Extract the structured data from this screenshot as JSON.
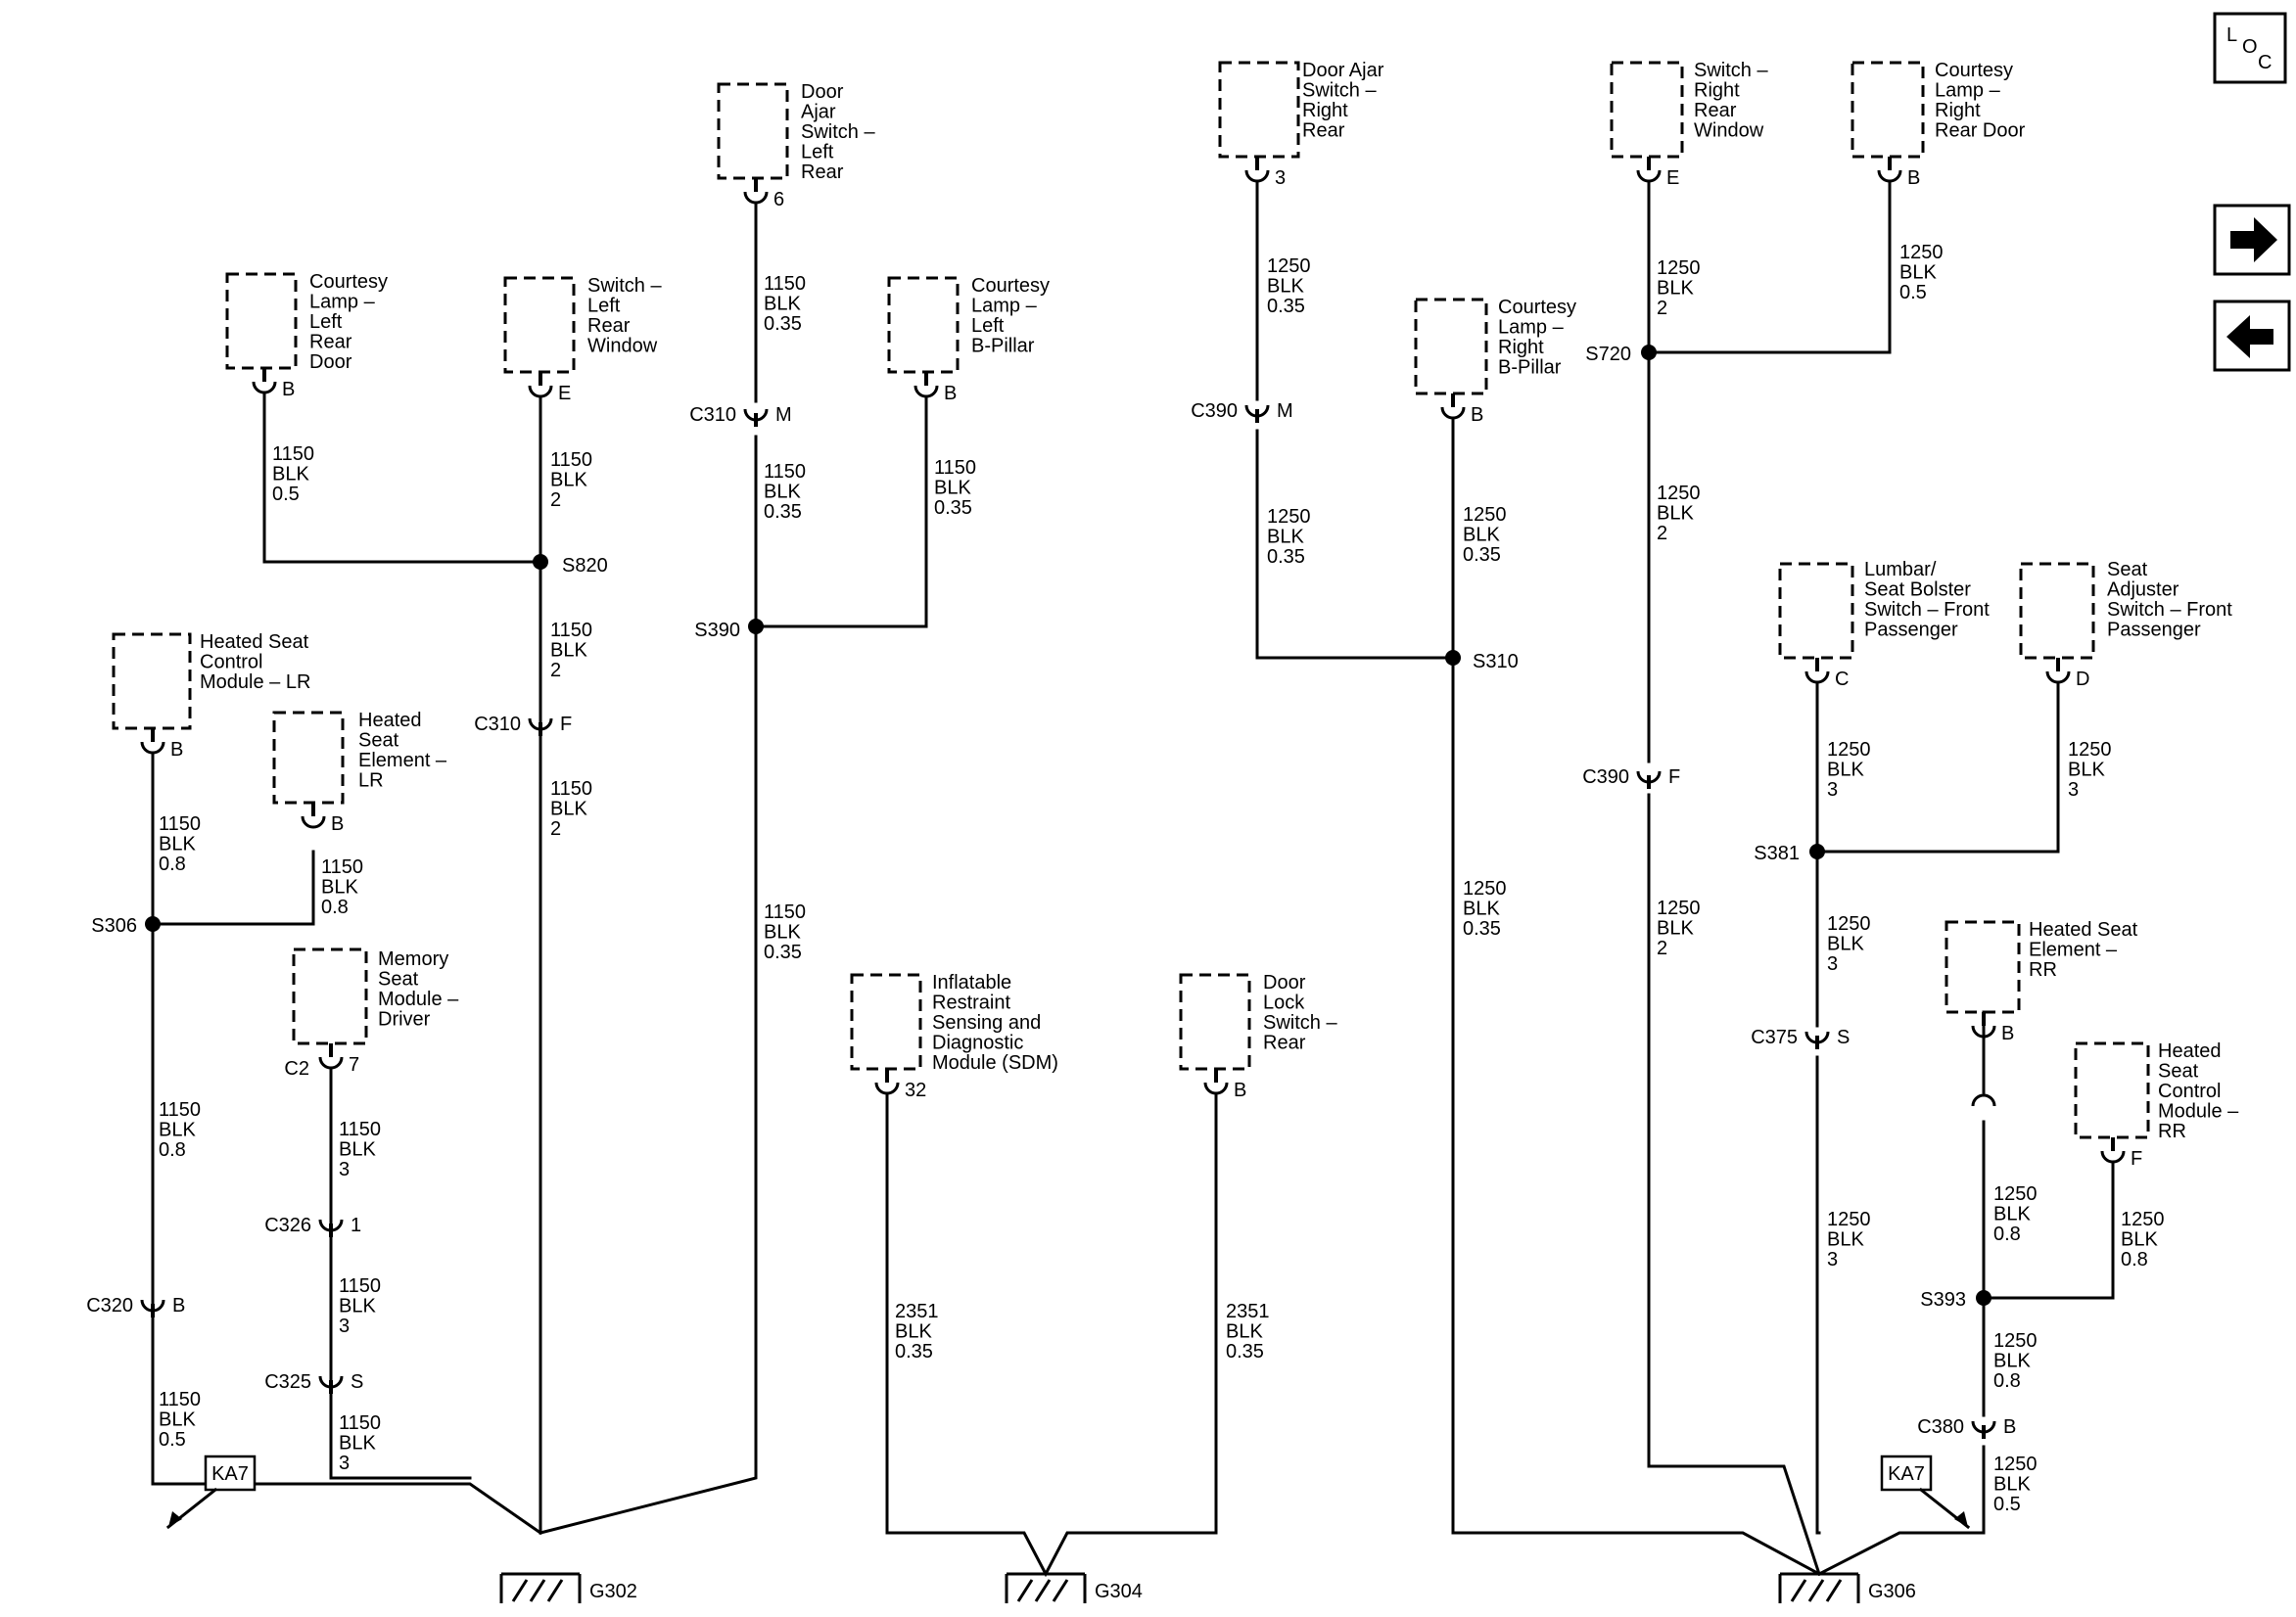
{
  "loc": {
    "l": "L",
    "o": "O",
    "c": "C"
  },
  "nav": {
    "next_label": "next",
    "prev_label": "previous"
  },
  "components": {
    "courtesy_lamp_lr_door": [
      "Courtesy",
      "Lamp –",
      "Left",
      "Rear",
      "Door"
    ],
    "switch_lr_window": [
      "Switch –",
      "Left",
      "Rear",
      "Window"
    ],
    "door_ajar_switch_lr": [
      "Door",
      "Ajar",
      "Switch –",
      "Left",
      "Rear"
    ],
    "courtesy_lamp_l_bpillar": [
      "Courtesy",
      "Lamp –",
      "Left",
      "B-Pillar"
    ],
    "door_ajar_switch_rr": [
      "Door Ajar",
      "Switch –",
      "Right",
      "Rear"
    ],
    "courtesy_lamp_r_bpillar": [
      "Courtesy",
      "Lamp –",
      "Right",
      "B-Pillar"
    ],
    "switch_rr_window": [
      "Switch –",
      "Right",
      "Rear",
      "Window"
    ],
    "courtesy_lamp_rr_door": [
      "Courtesy",
      "Lamp –",
      "Right",
      "Rear Door"
    ],
    "heated_seat_control_lr": [
      "Heated Seat",
      "Control",
      "Module – LR"
    ],
    "heated_seat_element_lr": [
      "Heated",
      "Seat",
      "Element –",
      "LR"
    ],
    "memory_seat_module": [
      "Memory",
      "Seat",
      "Module –",
      "Driver"
    ],
    "sdm": [
      "Inflatable",
      "Restraint",
      "Sensing and",
      "Diagnostic",
      "Module (SDM)"
    ],
    "door_lock_switch_rear": [
      "Door",
      "Lock",
      "Switch –",
      "Rear"
    ],
    "lumbar_switch": [
      "Lumbar/",
      "Seat Bolster",
      "Switch – Front",
      "Passenger"
    ],
    "seat_adjuster_switch": [
      "Seat",
      "Adjuster",
      "Switch – Front",
      "Passenger"
    ],
    "heated_seat_element_rr": [
      "Heated Seat",
      "Element –",
      "RR"
    ],
    "heated_seat_control_rr": [
      "Heated",
      "Seat",
      "Control",
      "Module –",
      "RR"
    ]
  },
  "pins": {
    "p_lr_door": "B",
    "p_lr_window": "E",
    "p_lr_ajar": "6",
    "p_l_bpillar": "B",
    "p_rr_ajar": "3",
    "p_r_bpillar": "B",
    "p_rr_window": "E",
    "p_rr_door": "B",
    "p_hsc_lr": "B",
    "p_hse_lr": "B",
    "p_memory": "7",
    "p_memory_conn": "C2",
    "p_sdm": "32",
    "p_door_lock": "B",
    "p_lumbar": "C",
    "p_adjuster": "D",
    "p_hse_rr": "B",
    "p_hsc_rr": "F"
  },
  "connectors": {
    "c310_left_name": "C310",
    "c310_left_pin": "M",
    "c310_mid_name": "C310",
    "c310_mid_pin": "F",
    "c390_left_name": "C390",
    "c390_left_pin": "M",
    "c390_right_name": "C390",
    "c390_right_pin": "F",
    "c320_name": "C320",
    "c320_pin": "B",
    "c326_name": "C326",
    "c326_pin": "1",
    "c325_name": "C325",
    "c325_pin": "S",
    "c375_name": "C375",
    "c375_pin": "S",
    "c380_name": "C380",
    "c380_pin": "B"
  },
  "splices": {
    "s820": "S820",
    "s390": "S390",
    "s306": "S306",
    "s310": "S310",
    "s720": "S720",
    "s381": "S381",
    "s393": "S393"
  },
  "grounds": {
    "g302": "G302",
    "g304": "G304",
    "g306": "G306"
  },
  "refs": {
    "ka7_left": "KA7",
    "ka7_right": "KA7"
  },
  "wires": {
    "w_lrdoor": [
      "1150",
      "BLK",
      "0.5"
    ],
    "w_lrwin": [
      "1150",
      "BLK",
      "2"
    ],
    "w_s820_c310": [
      "1150",
      "BLK",
      "2"
    ],
    "w_c310_down": [
      "1150",
      "BLK",
      "2"
    ],
    "w_ajar_top": [
      "1150",
      "BLK",
      "0.35"
    ],
    "w_ajar_mid": [
      "1150",
      "BLK",
      "0.35"
    ],
    "w_lbp": [
      "1150",
      "BLK",
      "0.35"
    ],
    "w_s390_down": [
      "1150",
      "BLK",
      "0.35"
    ],
    "w_hsc_lr": [
      "1150",
      "BLK",
      "0.8"
    ],
    "w_hse_lr": [
      "1150",
      "BLK",
      "0.8"
    ],
    "w_s306_down": [
      "1150",
      "BLK",
      "0.8"
    ],
    "w_c320_down": [
      "1150",
      "BLK",
      "0.5"
    ],
    "w_mem1": [
      "1150",
      "BLK",
      "3"
    ],
    "w_mem2": [
      "1150",
      "BLK",
      "3"
    ],
    "w_mem3": [
      "1150",
      "BLK",
      "3"
    ],
    "w_sdm": [
      "2351",
      "BLK",
      "0.35"
    ],
    "w_doorlock": [
      "2351",
      "BLK",
      "0.35"
    ],
    "w_rrajar_top": [
      "1250",
      "BLK",
      "0.35"
    ],
    "w_rrajar_mid": [
      "1250",
      "BLK",
      "0.35"
    ],
    "w_rbp": [
      "1250",
      "BLK",
      "0.35"
    ],
    "w_s310_down": [
      "1250",
      "BLK",
      "0.35"
    ],
    "w_rrwin": [
      "1250",
      "BLK",
      "2"
    ],
    "w_rrdoor": [
      "1250",
      "BLK",
      "0.5"
    ],
    "w_s720_down": [
      "1250",
      "BLK",
      "2"
    ],
    "w_c390r_down": [
      "1250",
      "BLK",
      "2"
    ],
    "w_lumbar": [
      "1250",
      "BLK",
      "3"
    ],
    "w_adjuster": [
      "1250",
      "BLK",
      "3"
    ],
    "w_s381_down": [
      "1250",
      "BLK",
      "3"
    ],
    "w_c375_down": [
      "1250",
      "BLK",
      "3"
    ],
    "w_hse_rr": [
      "1250",
      "BLK",
      "0.8"
    ],
    "w_hsc_rr": [
      "1250",
      "BLK",
      "0.8"
    ],
    "w_s393_down": [
      "1250",
      "BLK",
      "0.8"
    ],
    "w_c380_down": [
      "1250",
      "BLK",
      "0.5"
    ]
  }
}
